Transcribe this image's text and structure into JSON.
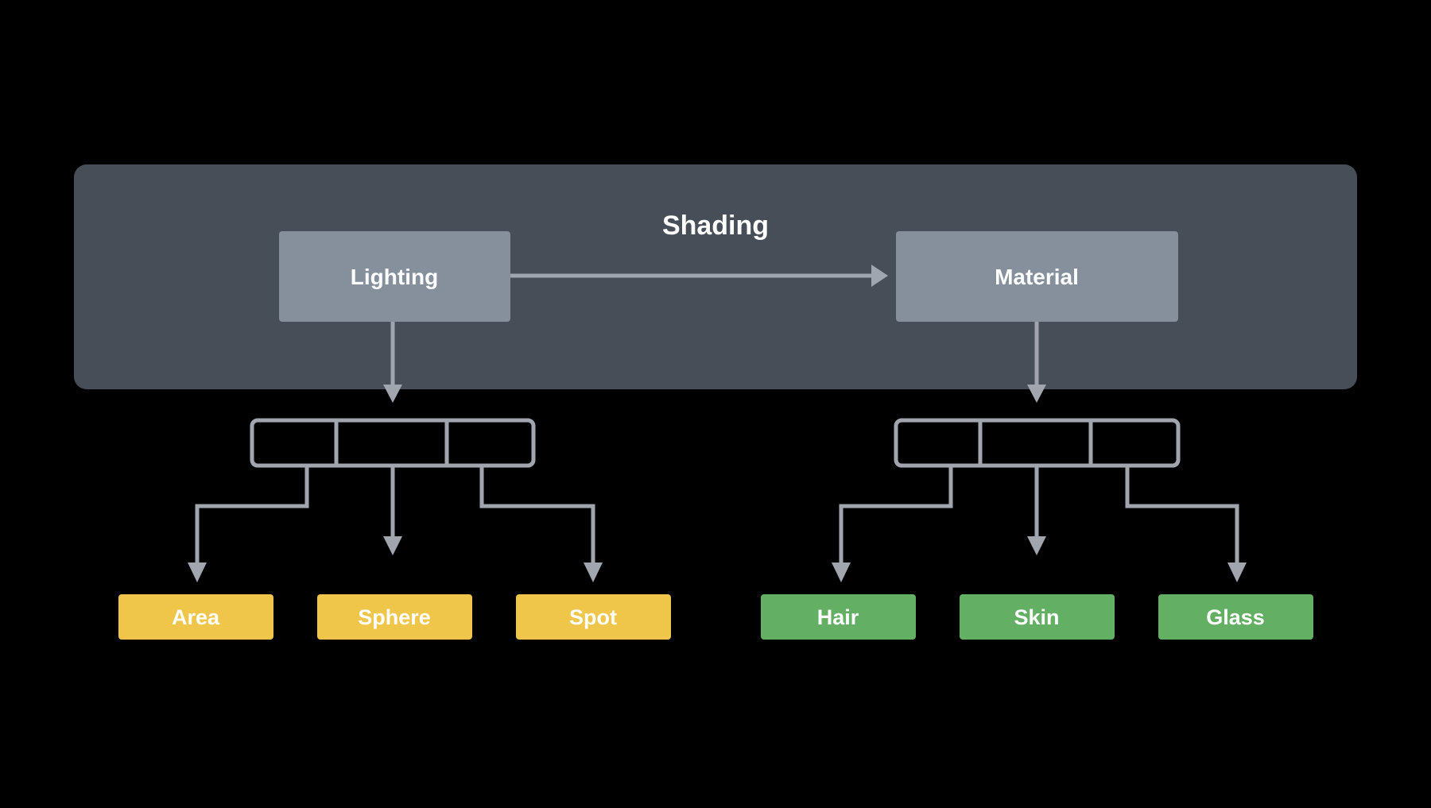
{
  "colors": {
    "background": "#000000",
    "panel": "#474e58",
    "node": "#86909d",
    "connector": "#a1a6ae",
    "light_type": "#efc54a",
    "material_type": "#63b064",
    "text": "#ffffff"
  },
  "diagram": {
    "title": "Shading",
    "lighting_label": "Lighting",
    "material_label": "Material",
    "lighting_types": [
      "Area",
      "Sphere",
      "Spot"
    ],
    "material_types": [
      "Hair",
      "Skin",
      "Glass"
    ]
  }
}
